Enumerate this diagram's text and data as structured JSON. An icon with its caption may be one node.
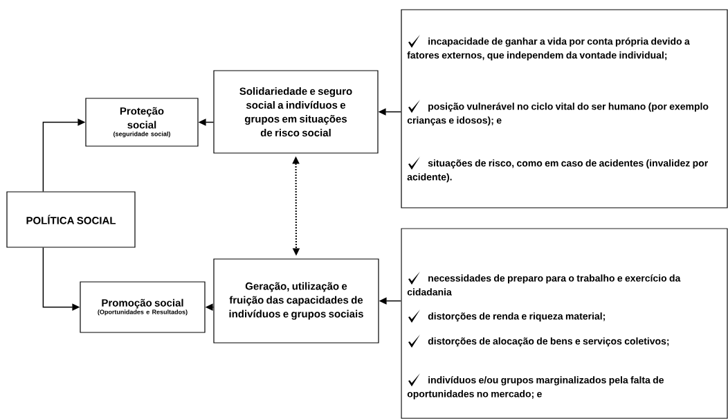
{
  "diagram": {
    "nodes": [
      {
        "text": [
          "POLÍTICA SOCIAL"
        ]
      },
      {
        "text": [
          "Proteção social",
          "(seguridade social)"
        ]
      },
      {
        "text": [
          "Solidariedade e seguro social a indivíduos e grupos em situações de risco social"
        ]
      },
      {
        "text": [
          "incapacidade de ganhar a vida por conta própria devido a fatores externos, que independem da vontade individual;",
          "posição vulnerável no ciclo vital do ser humano (por exemplo crianças e idosos); e",
          "situações de risco, como em caso de acidentes (invalidez por acidente)."
        ]
      },
      {
        "text": [
          "Promoção social",
          "(Oportunidades e Resultados)"
        ]
      },
      {
        "text": [
          "Geração, utilização e fruição das capacidades de indivíduos e grupos sociais"
        ]
      },
      {
        "text": [
          "necessidades de preparo para o trabalho e exercício da cidadania",
          "distorções de renda e riqueza material;",
          "distorções de alocação de bens e serviços coletivos;",
          "indivíduos e/ou grupos marginalizados pela falta de oportunidades no mercado; e"
        ]
      }
    ],
    "edges": [
      {
        "from": 0,
        "to": 1,
        "arrow": "to"
      },
      {
        "from": 0,
        "to": 4,
        "arrow": "to"
      },
      {
        "from": 2,
        "to": 1,
        "arrow": "to"
      },
      {
        "from": 3,
        "to": 2,
        "arrow": "to"
      },
      {
        "from": 5,
        "to": 4,
        "arrow": "to"
      },
      {
        "from": 6,
        "to": 5,
        "arrow": "to"
      },
      {
        "from": 2,
        "to": 5,
        "arrow": "both",
        "style": "dashed"
      }
    ]
  }
}
